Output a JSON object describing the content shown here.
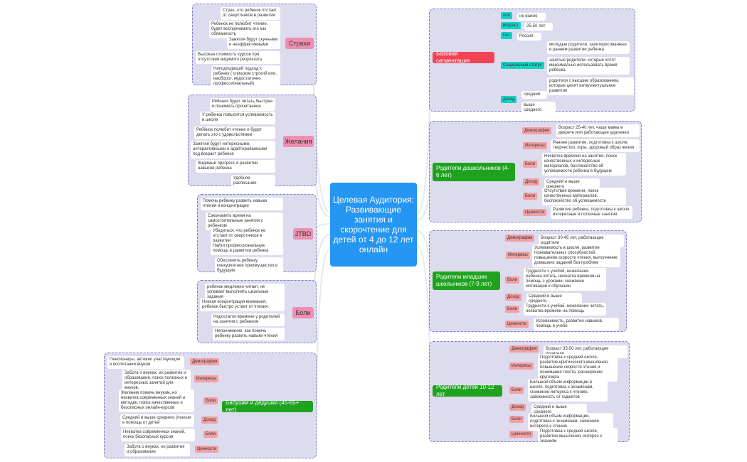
{
  "center": {
    "title": "Целевая Аудитория: Развивающие занятия и скорочтение для детей от 4 до 12 лет  онлайн"
  },
  "left": {
    "fears": {
      "label": "Страхи",
      "items": [
        "Страх, что ребенок отстает от сверстников в развитии",
        "Ребенок не полюбит чтение, будет воспринимать его как обязанность",
        "Занятия будут скучными и неэффективными",
        "Высокая стоимость курсов при отсутствии видимого результата",
        "Неподходящий подход к ребенку ( слишком строгий или, наоборот, недостаточно профессиональный)"
      ]
    },
    "wishes": {
      "label": "Желания",
      "items": [
        "Ребенок будет читать быстрее и понимать прочитанное",
        "У ребенка повысится успеваемость в школе",
        "Ребёнок полюбит чтение и будет делать это с удовольствием",
        "Занятия будут интересными, интерактивными и адаптированными под возраст ребенка",
        "Видимый прогресс в развитии навыков ребенка",
        "Удобное расписание"
      ]
    },
    "jtbd": {
      "label": "JTBD",
      "items": [
        "Помочь ребенку развить навыки чтения и концентрации",
        "Сэкономить время на самостоятельные занятия с ребенком",
        "Убедиться, что ребенок не отстает от сверстников в развитии",
        "Найти профессиональную помощь в развитии ребенка",
        "Обеспечить ребенку конкурентное преимущество в будущем."
      ]
    },
    "pains": {
      "label": "Боли",
      "items": [
        "ребенок медленно читает, не успевает выполнять школьные задания",
        "Низкая концентрация внимания, ребенок быстро устает от чтения.",
        "Недостаток времени у родителей на занятия с ребенком",
        "Непонимание, как помочь ребенку развить навыки чтения"
      ]
    },
    "grand": {
      "label": "Бабушки и дедушки (45-65+ лет)",
      "rows": [
        {
          "tag": "Демография",
          "text": "Пенсионеры, активно участвующие в воспитании внуков"
        },
        {
          "tag": "Интересы",
          "text": "Забота о внуках, их развитие и образование, поиск полезных и интересных занятий для внуков."
        },
        {
          "tag": "Боли",
          "text": "Желание помочь внукам, но нехватка современных знаний и методик, поиск качественных и безопасных онлайн-курсов"
        },
        {
          "tag": "Доход",
          "text": "Средний и выше среднего (пенсии и помощь от детей"
        },
        {
          "tag": "Боли",
          "text": "Нехватка современных знаний, поиск безопасных курсов"
        },
        {
          "tag": "Ценности",
          "text": "Забота о внуках, их развитие и образование"
        }
      ]
    }
  },
  "right": {
    "base": {
      "label": "Базовая сегментация",
      "gender": {
        "tag": "пол",
        "value": "не важно"
      },
      "age": {
        "tag": "возраст",
        "value": "25-50 лет"
      },
      "geo": {
        "tag": "Гео",
        "value": "Россия"
      },
      "social": {
        "tag": "Социальный статус",
        "values": [
          "молодые родители, заинтересованные в раннем развитии ребенка",
          "занятые родители, которые хотят максимально использовать время ребенка",
          "родители с высшим образованием, которые ценят интеллектуальное развитие"
        ]
      },
      "income": {
        "tag": "доход",
        "values": [
          "средний",
          "выше среднего"
        ]
      }
    },
    "preschool": {
      "label": "Родители дошкольников (4-6 лет)",
      "rows": [
        {
          "tag": "Демография",
          "text": "Возраст 25-40 лет, чаще мамы в декрете или работающие удаленно"
        },
        {
          "tag": "Интересы",
          "text": "Раннее развитие, подготовка к школе, творчество, игры, здоровый образ жизни"
        },
        {
          "tag": "Боли",
          "text": "Нехватка времени на занятия, поиск качественных и интересных материалов, беспокойство об успеваемости ребенка в будущем"
        },
        {
          "tag": "Доход",
          "text": "Средний и выше среднего"
        },
        {
          "tag": "Боли",
          "text": "Отсутствие времени, поиск качественных материалов, беспокойство об успеваемости"
        },
        {
          "tag": "Ценности",
          "text": "Развитие ребенка, подготовка к школе интересные и полезные занятия"
        }
      ]
    },
    "junior": {
      "label": "Родители младших школьников   (7-9 лет)",
      "rows": [
        {
          "tag": "Демография",
          "text": "Возраст 30-45 лет, работающие родители"
        },
        {
          "tag": "Интересы",
          "text": "Успеваемость в школе, развитие познавательных способностей, повышение скорости чтения, выполнение домашних заданий без проблем"
        },
        {
          "tag": "Боли",
          "text": "Трудности с учебой, нежелание ребенка читать, нехватка времени на помощь с уроками, снижение мотивации к обучению"
        },
        {
          "tag": "Доход",
          "text": "Средний и выше среднего."
        },
        {
          "tag": "Боли",
          "text": "Трудности с учебой, нежелание читать, нехватка времени на помощь"
        },
        {
          "tag": "Ценности",
          "text": "Успеваемость, развитие навыков, помощь в учебе"
        }
      ]
    },
    "older": {
      "label": "Родители детей 10-12 лет",
      "rows": [
        {
          "tag": "Демография",
          "text": "Возраст 35-50 лет, работающие родители"
        },
        {
          "tag": "Интересы",
          "text": "Подготовка к средней школе, развитие критического мышления, повышение скорости чтения и понимания текста, расширение кругозора"
        },
        {
          "tag": "Боли",
          "text": "Большой объем информации в школе, подготовка к экзаменам, снижение интереса к чтению, зависимость от гаджетов"
        },
        {
          "tag": "Доход",
          "text": "Средний и выше среднего"
        },
        {
          "tag": "Боли",
          "text": "Большой объем информации, подготовка к экзаменам, снижение интереса к чтению"
        },
        {
          "tag": "Ценности",
          "text": "Подготовка к средней школе, развитие мышления, интерес к знаниям"
        }
      ]
    }
  },
  "colors": {
    "center": "#2596f1",
    "category": "#ee8fb1",
    "red": "#f04455",
    "green": "#1fa31f",
    "teal": "#14d3c7",
    "tag": "#f3a0a4",
    "panel": "#dcdcee",
    "border": "#7d7dcf"
  }
}
